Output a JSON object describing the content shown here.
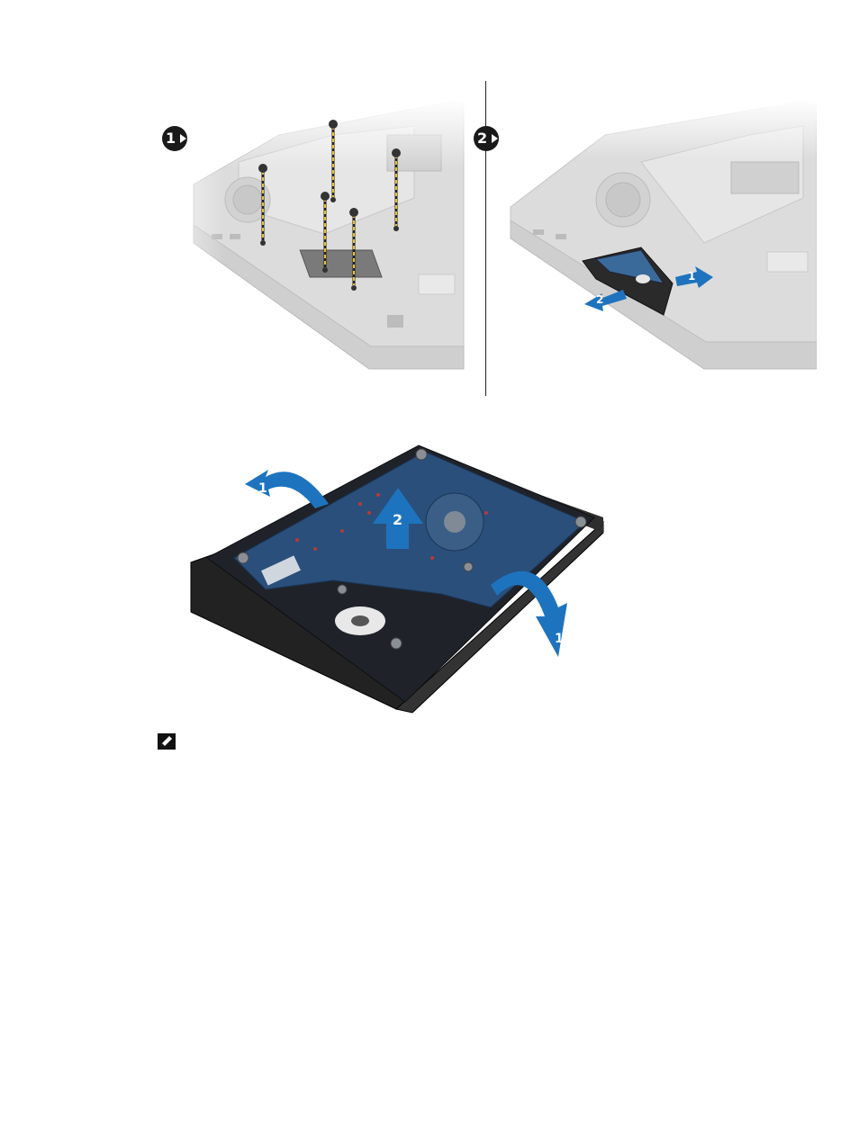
{
  "figure_top": {
    "step1": {
      "badge": "1",
      "icon": "step-1-badge"
    },
    "step2": {
      "badge": "2",
      "icon": "step-2-badge",
      "arrow1_label": "1",
      "arrow2_label": "2"
    }
  },
  "figure_bottom": {
    "arrow_rotate_label": "1",
    "arrow_lift_label": "2",
    "arrow_rotate2_label": "1"
  },
  "note": {
    "icon": "pencil-note-icon",
    "text": ""
  },
  "colors": {
    "arrow_blue": "#1e73be",
    "pcb_blue": "#2a4f7a",
    "screw_yellow": "#e8c22a",
    "laptop_gray": "#d8d8d8"
  }
}
